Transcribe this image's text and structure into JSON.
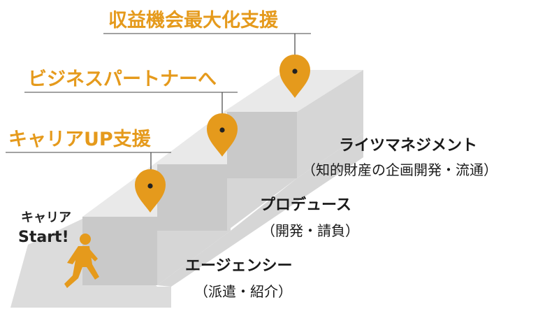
{
  "accent_color": "#E59A1C",
  "stair_colors": {
    "top": "#E9E9E9",
    "side": "#D6D6D6",
    "front": "#C9C9C9",
    "floor": "#DCDCDC"
  },
  "goals": {
    "top": "収益機会最大化支援",
    "middle": "ビジネスパートナーへ",
    "bottom": "キャリアUP支援"
  },
  "start": {
    "line1": "キャリア",
    "line2": "Start!"
  },
  "steps": [
    {
      "title": "エージェンシー",
      "sub": "（派遣・紹介）"
    },
    {
      "title": "プロデュース",
      "sub": "（開発・請負）"
    },
    {
      "title": "ライツマネジメント",
      "sub": "（知的財産の企画開発・流通）"
    }
  ],
  "icons": [
    "map-pin-icon",
    "map-pin-icon",
    "map-pin-icon",
    "walking-person-icon"
  ]
}
